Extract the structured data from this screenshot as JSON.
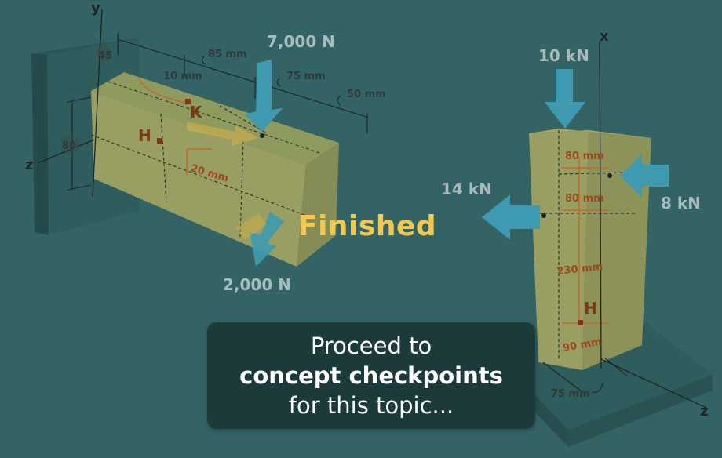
{
  "left_figure": {
    "axes": {
      "y": "y",
      "z": "z"
    },
    "forces": {
      "top": "7,000 N",
      "bottom": "2,000 N"
    },
    "dimensions": {
      "d45": "45",
      "d80": "80",
      "d85": "85 mm",
      "d75": "75 mm",
      "d50": "50 mm",
      "d10": "10 mm",
      "d20": "20 mm"
    },
    "points": {
      "k": "K",
      "h": "H"
    }
  },
  "right_figure": {
    "axes": {
      "x": "x",
      "z": "z"
    },
    "forces": {
      "top": "10 kN",
      "right": "8 kN",
      "left": "14 kN"
    },
    "dimensions": {
      "d80a": "80 mm",
      "d80b": "80 mm",
      "d230": "230 mm",
      "d90": "90 mm",
      "d75": "75 mm"
    },
    "points": {
      "h": "H"
    }
  },
  "overlay": {
    "status": "Finished",
    "proceed_line1": "Proceed to",
    "proceed_line2": "concept checkpoints",
    "proceed_line3": "for this topic..."
  },
  "colors": {
    "background": "#336364",
    "block": "#8f9a5e",
    "arrow": "#3d9ab0",
    "finished": "#f3c84f"
  }
}
